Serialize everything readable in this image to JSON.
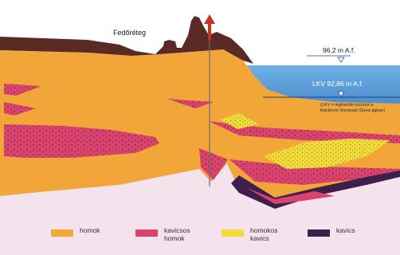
{
  "labels": {
    "cover_layer": "Fedőréteg",
    "water_level": "96,2 m A.f.",
    "lkv_level": "LKV 92,86 m A.f.",
    "lkv_note_line1": "(LKV = legkisebb vízszint a",
    "lkv_note_line2": "Ráckevei-Soroksári Duna-ágban)"
  },
  "legend": [
    {
      "label_line1": "homok",
      "label_line2": "",
      "color": "#f2a63a"
    },
    {
      "label_line1": "kavicsos",
      "label_line2": "homok",
      "color": "#d9446e"
    },
    {
      "label_line1": "homokos",
      "label_line2": "kavics",
      "color": "#f0dc3a"
    },
    {
      "label_line1": "kavics",
      "label_line2": "",
      "color": "#3c1f4a"
    }
  ],
  "colors": {
    "sand": "#f2a63a",
    "gravelly_sand": "#d9446e",
    "sandy_gravel": "#f0dc3a",
    "gravel": "#3c1f4a",
    "cover": "#5a2a25",
    "water": "#4a8fd0",
    "well": "#c8321e",
    "bedrock": "#f4e3ec",
    "sky": "#ffffff"
  }
}
